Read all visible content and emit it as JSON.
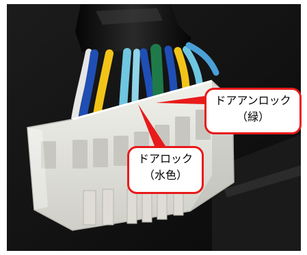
{
  "callouts": {
    "unlock": {
      "line1": "ドアアンロック",
      "line2": "（緑）"
    },
    "lock": {
      "line1": "ドアロック",
      "line2": "（水色）"
    }
  },
  "colors": {
    "callout_border": "#e81a1a",
    "wire_green": "#1f7a4a",
    "wire_light_blue": "#6fc6e0",
    "wire_blue": "#1f4fb5",
    "wire_yellow": "#f2c418",
    "connector": "#e8e8e2"
  }
}
